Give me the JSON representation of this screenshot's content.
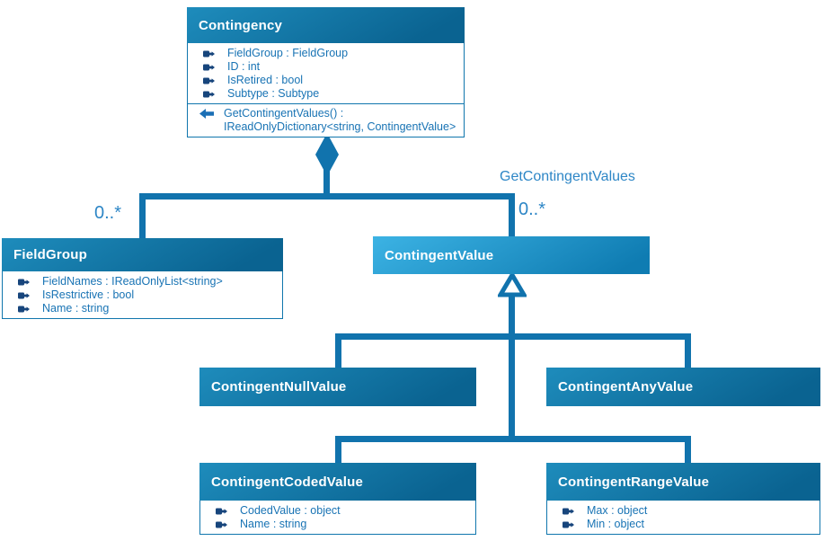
{
  "diagram": {
    "type": "uml-class-diagram",
    "classes": {
      "contingency": {
        "name": "Contingency",
        "attributes": [
          {
            "label": "FieldGroup : FieldGroup"
          },
          {
            "label": "ID : int"
          },
          {
            "label": "IsRetired : bool"
          },
          {
            "label": "Subtype : Subtype"
          }
        ],
        "methods": [
          {
            "label": "GetContingentValues() :\nIReadOnlyDictionary<string, ContingentValue>"
          }
        ]
      },
      "fieldGroup": {
        "name": "FieldGroup",
        "attributes": [
          {
            "label": "FieldNames : IReadOnlyList<string>"
          },
          {
            "label": "IsRestrictive : bool"
          },
          {
            "label": "Name : string"
          }
        ]
      },
      "contingentValue": {
        "name": "ContingentValue"
      },
      "contingentNullValue": {
        "name": "ContingentNullValue"
      },
      "contingentAnyValue": {
        "name": "ContingentAnyValue"
      },
      "contingentCodedValue": {
        "name": "ContingentCodedValue",
        "attributes": [
          {
            "label": "CodedValue : object"
          },
          {
            "label": "Name : string"
          }
        ]
      },
      "contingentRangeValue": {
        "name": "ContingentRangeValue",
        "attributes": [
          {
            "label": "Max : object"
          },
          {
            "label": "Min : object"
          }
        ]
      }
    },
    "edge_labels": {
      "association_name": "GetContingentValues",
      "multiplicity_left": "0..*",
      "multiplicity_right": "0..*"
    },
    "relationships": [
      {
        "type": "composition",
        "from": "Contingency",
        "to": "FieldGroup",
        "multiplicity": "0..*"
      },
      {
        "type": "composition",
        "from": "Contingency",
        "to": "ContingentValue",
        "multiplicity": "0..*",
        "name": "GetContingentValues"
      },
      {
        "type": "inheritance",
        "base": "ContingentValue",
        "derived": [
          "ContingentNullValue",
          "ContingentAnyValue",
          "ContingentCodedValue",
          "ContingentRangeValue"
        ]
      }
    ],
    "colors": {
      "connector": "#1173ad",
      "header_dark_start": "#1e8cbc",
      "header_dark_end": "#0a6391",
      "header_light_start": "#3cb3e4",
      "header_light_end": "#0f7cb2",
      "member_text": "#1873b4",
      "label_text": "#2d86c6",
      "icon_navy": "#17457c",
      "border": "#1076ad"
    }
  }
}
